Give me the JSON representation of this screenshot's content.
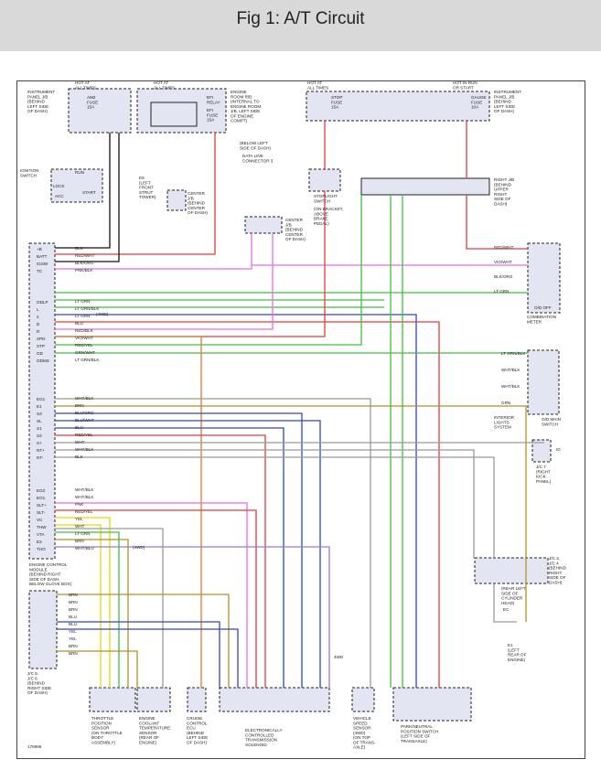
{
  "title": "Fig 1: A/T Circuit",
  "figure_number": "175986",
  "colors": {
    "green": "#3fbf3f",
    "red": "#e53b3b",
    "blue": "#3344cc",
    "pink": "#e86ee8",
    "olive": "#b0902a",
    "yellow": "#e8d800",
    "black": "#111111",
    "gray": "#9a9a9a",
    "orange": "#e07a30",
    "violet": "#9a7acc",
    "lightblue": "#99aadd"
  },
  "top_components": {
    "hot1": "HOT AT\nALL TIMES",
    "ipjb_left": "INSTRUMENT\nPANEL J/B\n(BEHIND\nLEFT SIDE\nOF DASH)",
    "am2_fuse": "AM2\nFUSE\n15A",
    "hot2": "HOT AT\nALL TIMES",
    "efi_relay": "EFI\nRELAY",
    "efi_fuse": "EFI\nFUSE\n15A",
    "engine_room": "ENGINE\nROOM R/B\n(INTERNAL TO\nENGINE ROOM\nJ/B, LEFT SIDE\nOF ENGINE\nCOMPT)",
    "hot3": "HOT AT\nALL TIMES",
    "stop_fuse": "STOP\nFUSE\n15A",
    "hot4": "HOT IN RUN\nOR START",
    "gauge_fuse": "GAUGE\nFUSE\n10A",
    "ipjb_right": "INSTRUMENT\nPANEL J/B\n(BEHIND\nLEFT SIDE\nOF DASH)"
  },
  "side_components": {
    "ignition_switch": "IGNITION\nSWITCH",
    "lock": "LOCK",
    "run": "RUN",
    "acc": "ACC",
    "start": "START",
    "e6": "E6\n(LEFT\nFRONT\nSTRUT\nTOWER)",
    "center_jb1": "CENTER\nJ/B\n(BEHIND\nCENTER\nOF DASH)",
    "below_left": "(BELOW LEFT\nSIDE OF DASH)",
    "dlc": "DATA LINK\nCONNECTOR 3",
    "center_jb2": "CENTER\nJ/B\n(BEHIND\nCENTER\nOF DASH)",
    "stoplight_switch": "STOPLIGHT\nSWITCH",
    "stoplight_loc": "(ON BRACKET,\nABOVE\nBRAKE\nPEDAL)",
    "right_jb": "RIGHT J/B\n(BEHIND\nUPPER\nRIGHT\nSIDE OF\nDASH)",
    "od_off": "O/D OFF",
    "combination_meter": "COMBINATION\nMETER",
    "interior_lights": "INTERIOR\nLIGHTS\nSYSTEM",
    "od_main": "O/D MAIN\nSWITCH",
    "jc7": "J/C 7\n(RIGHT\nKICK\nPANEL)",
    "ig": "IG",
    "jc3": "J/C 3,\nJ/C 4\n(BEHIND\nRIGHT\nSIDE OF\nDASH)",
    "ec": "EC",
    "ec_loc": "(REAR LEFT\nSIDE OF\nCYLINDER\nHEAD)",
    "e1": "E1\n(LEFT\nREAR OF\nENGINE)",
    "ecm": "ENGINE CONTROL\nMODULE\n(BEHIND RIGHT\nSIDE OF DASH,\nBELOW GLOVE BOX)",
    "jc5": "J/C 5,\nJ/C 6\n(BEHIND\nRIGHT SIDE\nOF DASH)"
  },
  "ecm_pins": [
    {
      "pin": "+B",
      "wire": "BLK"
    },
    {
      "pin": "BATT",
      "wire": "RED/WHT"
    },
    {
      "pin": "IGSW",
      "wire": "BLK/ORG"
    },
    {
      "pin": "TC",
      "wire": "PNK/BLK"
    },
    {
      "pin": "ODLP",
      "wire": "LT GRN"
    },
    {
      "pin": "L",
      "wire": "LT GRN/BLK"
    },
    {
      "pin": "2",
      "wire": "LT GRN"
    },
    {
      "pin": "D",
      "wire": "BLU"
    },
    {
      "pin": "R",
      "wire": "RED/BLK"
    },
    {
      "pin": "SPD",
      "wire": "VIO/WHT"
    },
    {
      "pin": "STP",
      "wire": "RED/YEL"
    },
    {
      "pin": "OD",
      "wire": "GRN/WHT"
    },
    {
      "pin": "ODMS",
      "wire": "LT GRN/BLK"
    }
  ],
  "ecm_pins2": [
    {
      "pin": "EG1",
      "wire": "WHT/BLK"
    },
    {
      "pin": "E1",
      "wire": "BRN"
    },
    {
      "pin": "S3",
      "wire": "BLU/ORG"
    },
    {
      "pin": "SL",
      "wire": "BLU/WHT"
    },
    {
      "pin": "S1",
      "wire": "BLU"
    },
    {
      "pin": "S2",
      "wire": "RED/YEL"
    },
    {
      "pin": "S+",
      "wire": "WHT"
    },
    {
      "pin": "NT+",
      "wire": "WHT/BLK"
    },
    {
      "pin": "NT-",
      "wire": "BLK"
    }
  ],
  "ecm_pins3": [
    {
      "pin": "EG2",
      "wire": "WHT/BLK"
    },
    {
      "pin": "EG1",
      "wire": "WHT/BLK"
    },
    {
      "pin": "SLT+",
      "wire": "PNK"
    },
    {
      "pin": "SLT-",
      "wire": "RED/YEL"
    },
    {
      "pin": "VC",
      "wire": "YEL"
    },
    {
      "pin": "THW",
      "wire": "WHT"
    },
    {
      "pin": "VTA",
      "wire": "LT GRN"
    },
    {
      "pin": "E2",
      "wire": "BRN"
    },
    {
      "pin": "THO",
      "wire": "WHT/BLU"
    }
  ],
  "jc5_wires": [
    "BRN",
    "BRN",
    "BRN",
    "BLU",
    "BLU",
    "YEL",
    "YEL",
    "BRN",
    "BRN"
  ],
  "meter_wires": [
    "RED/WHT",
    "VIO/WHT",
    "BLK/ORG",
    "LT GRN"
  ],
  "od_wires": [
    "LT GRN/BLK",
    "WHT/BLK",
    "WHT/BLK",
    "GRN"
  ],
  "bottom_components": {
    "throttle": "THROTTLE\nPOSITION\nSENSOR\n(ON THROTTLE\nBODY\nASSEMBLY)",
    "coolant": "ENGINE\nCOOLANT\nTEMPERATURE\nSENSOR\n(REAR OF\nENGINE)",
    "cruise": "CRUISE\nCONTROL\nECU\n(BEHIND\nLEFT SIDE\nOF DASH)",
    "solenoid": "ELECTRONICALLY\nCONTROLLED\nTRANSMISSION\nSOLENOID",
    "vss": "VEHICLE\nSPEED\nSENSOR\n(4WD)\n(ON TOP\nOF TRANS-\nAXLE)",
    "park": "PARK/NEUTRAL\nPOSITION SWITCH\n(LEFT SIDE OF\nTRANSAXLE)"
  },
  "annotations": {
    "fwd": "(4WD)",
    "four_wd": "4WD"
  }
}
